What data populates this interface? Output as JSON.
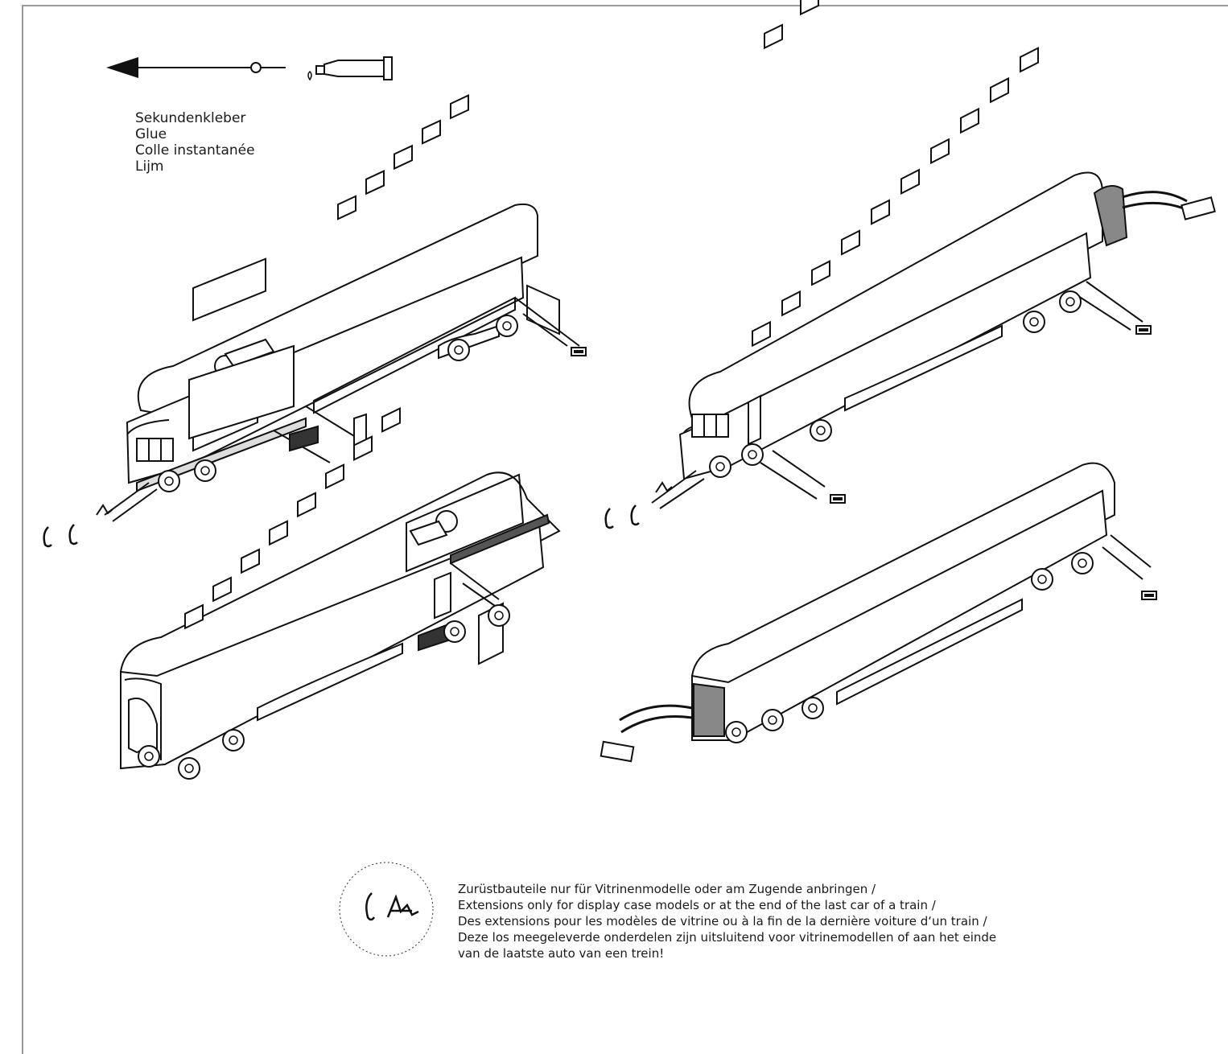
{
  "glue": {
    "lines": [
      "Sekundenkleber",
      "Glue",
      "Colle instantanée",
      "Lijm"
    ]
  },
  "note": {
    "lines": [
      "Zurüstbauteile nur für Vitrinenmodelle oder am Zugende anbringen /",
      "Extensions only for display case models or at the end of the last car of a train /",
      "Des extensions pour les modèles de vitrine ou à la fin de la dernière voiture d‘un train /",
      "Deze los meegeleverde onderdelen zijn uitsluitend voor vitrinemodellen of  aan het einde",
      "van de laatste auto van een trein!"
    ]
  }
}
